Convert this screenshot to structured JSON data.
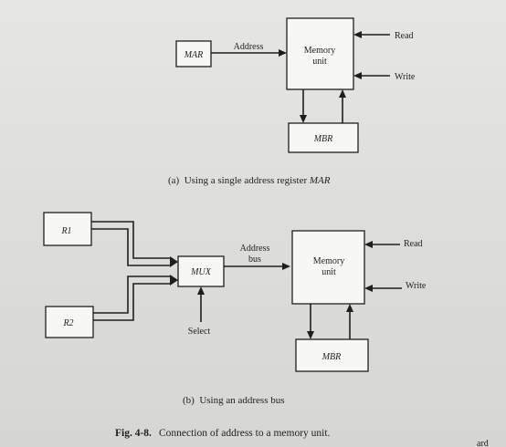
{
  "diagram_a": {
    "mar": "MAR",
    "address": "Address",
    "memory_line1": "Memory",
    "memory_line2": "unit",
    "read": "Read",
    "write": "Write",
    "mbr": "MBR",
    "caption_prefix": "(a)  Using a single address register ",
    "caption_reg": "MAR"
  },
  "diagram_b": {
    "r1": "R1",
    "r2": "R2",
    "mux": "MUX",
    "select": "Select",
    "address_bus_line1": "Address",
    "address_bus_line2": "bus",
    "memory_line1": "Memory",
    "memory_line2": "unit",
    "read": "Read",
    "write": "Write",
    "mbr": "MBR",
    "caption": "(b)  Using an address bus"
  },
  "figure": {
    "label": "Fig. 4-8.",
    "title": "Connection of address to a memory unit."
  },
  "edge_fragment": "ard"
}
